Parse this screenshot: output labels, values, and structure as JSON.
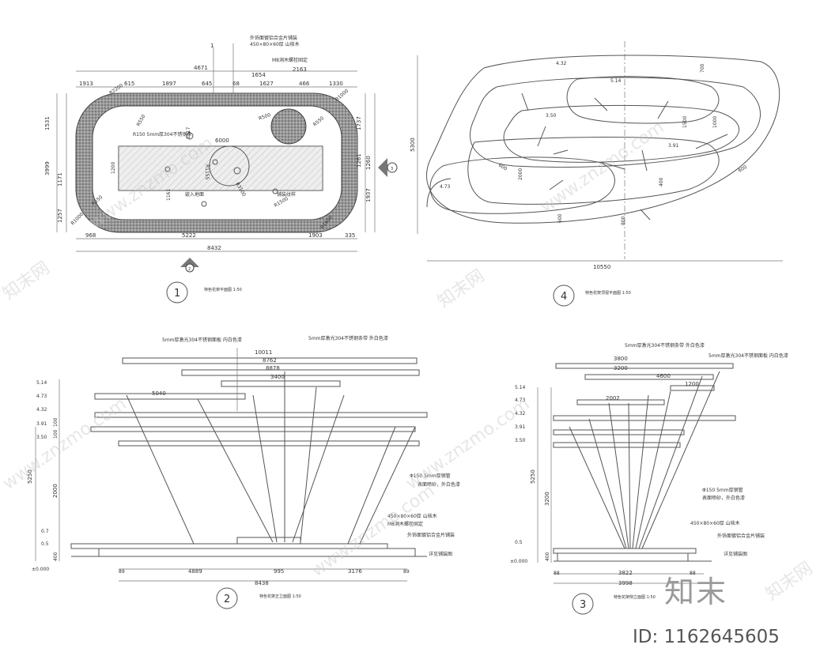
{
  "watermark": {
    "text": "www.znzmo.com",
    "brand_cn": "知末网",
    "brand_logo": "知末",
    "id_label": "ID: 1162645605"
  },
  "plan": {
    "number": "1",
    "title": "特色花架平面图 1:50",
    "section_mark": "1",
    "arrow_2": "2",
    "arrow_3": "3",
    "dims_top": [
      "1913",
      "615",
      "1897",
      "645",
      "68",
      "1627",
      "466",
      "1330"
    ],
    "dim_overall_top": "4671",
    "dim_2163": "2163",
    "dim_1654": "1654",
    "dims_bottom": [
      "968",
      "5222",
      "1903",
      "335"
    ],
    "dim_overall_bottom": "8432",
    "dims_left": [
      "1531",
      "3999",
      "1171",
      "1257"
    ],
    "dims_right": [
      "1737",
      "1261",
      "1937",
      "1260"
    ],
    "radii": [
      "R2200",
      "R550",
      "R550",
      "R550",
      "R1000",
      "R500",
      "R1500",
      "R1000",
      "R3100",
      "R1155",
      "R1600"
    ],
    "inner": [
      "6000",
      "1200",
      "1161",
      "1117"
    ],
    "notes": [
      "450×80×60厚 山核木",
      "M8洞木螺栓固定",
      "外饰面镀铝合金片铺装",
      "R150 5mm厚304不锈钢条",
      "嵌入地面",
      "铺装纹样"
    ]
  },
  "roof_plan": {
    "number": "4",
    "title": "特色花架顶视平面图 1:50",
    "dims": [
      "10550",
      "5300",
      "700",
      "1500",
      "2000",
      "600",
      "800",
      "600",
      "400",
      "600",
      "1000"
    ],
    "levels": [
      "4.32",
      "5.14",
      "3.50",
      "3.91",
      "4.73"
    ]
  },
  "front_elev": {
    "number": "2",
    "title": "特色花架正立面图 1:50",
    "top_dims": [
      "10011",
      "8762",
      "8878",
      "3400",
      "5040"
    ],
    "levels": [
      "5.14",
      "4.73",
      "4.32",
      "3.91",
      "3.50",
      "0.7",
      "0.5",
      "±0.000"
    ],
    "side_dims": [
      "5250",
      "2000",
      "400",
      "100",
      "100"
    ],
    "bottom_dims": [
      "89",
      "4889",
      "995",
      "3176",
      "89",
      "8438"
    ],
    "notes": [
      "5mm厚激光304不锈钢面板 内白色漆",
      "5mm厚激光304不锈钢条带 外白色漆",
      "Φ150 5mm厚钢管",
      "表面喷砂，外白色漆",
      "450×80×60厚 山核木",
      "M8洞木螺栓固定",
      "外饰面镀铝合金片铺装",
      "详见铺装图"
    ]
  },
  "side_elev": {
    "number": "3",
    "title": "特色花架侧立面图 1:50",
    "top_dims": [
      "3800",
      "3200",
      "4600",
      "1200",
      "2002"
    ],
    "levels": [
      "5.14",
      "4.73",
      "4.32",
      "3.91",
      "3.50",
      "0.5",
      "±0.000"
    ],
    "side_dims": [
      "5250",
      "3200",
      "400"
    ],
    "bottom_dims": [
      "88",
      "3822",
      "88",
      "3998"
    ],
    "notes": [
      "5mm厚激光304不锈钢条带 外白色漆",
      "5mm厚激光304不锈钢面板 内白色漆",
      "Φ150 5mm厚钢管",
      "表面喷砂，外白色漆",
      "450×80×60厚 山核木",
      "外饰面镀铝合金片铺装",
      "详见铺装图"
    ]
  }
}
